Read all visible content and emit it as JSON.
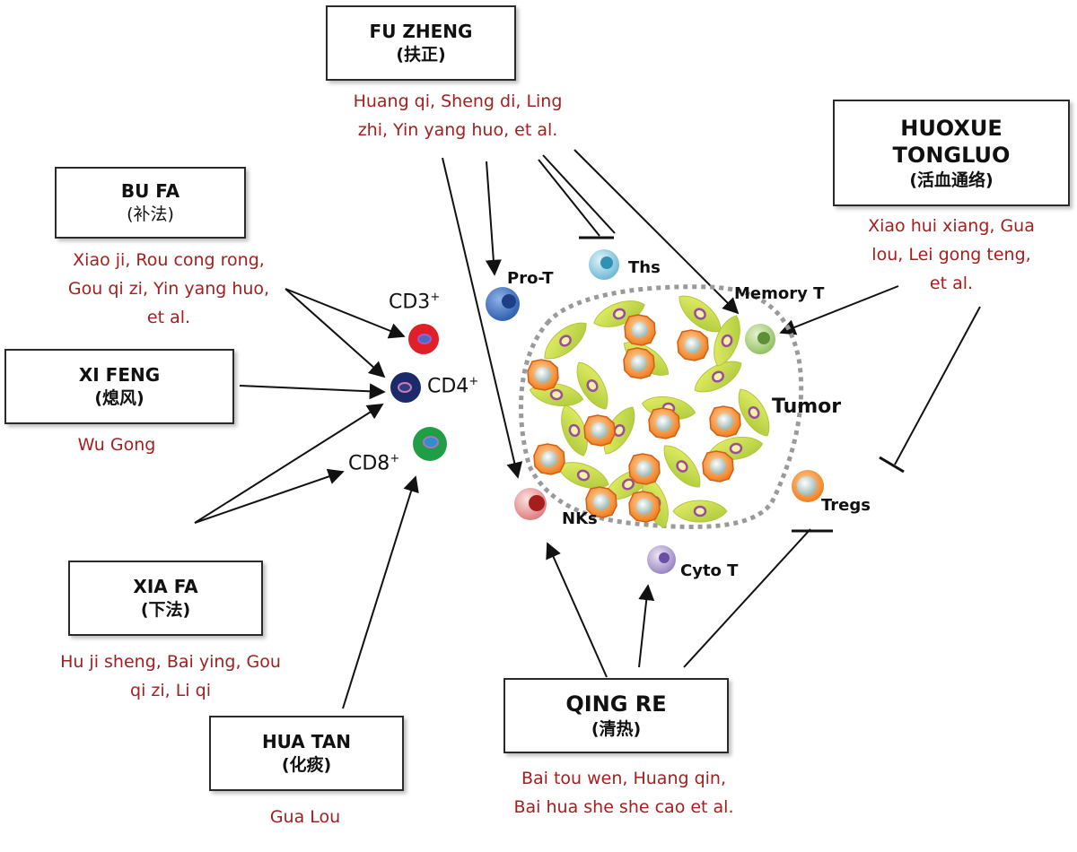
{
  "boxes": {
    "fu_zheng": {
      "title": "FU ZHENG",
      "chinese": "(扶正)",
      "herbs": [
        "Huang qi, Sheng di, Ling",
        "zhi, Yin yang huo, et al."
      ]
    },
    "bu_fa": {
      "title": "BU FA",
      "chinese": "(补法)",
      "herbs": [
        "Xiao ji, Rou cong rong,",
        "Gou qi zi, Yin yang huo,",
        "et al."
      ]
    },
    "xi_feng": {
      "title": "XI FENG",
      "chinese": "(熄风)",
      "herbs": [
        "Wu Gong"
      ]
    },
    "xia_fa": {
      "title": "XIA FA",
      "chinese": "(下法)",
      "herbs": [
        "Hu ji sheng, Bai ying, Gou",
        "qi zi, Li qi"
      ]
    },
    "hua_tan": {
      "title": "HUA TAN",
      "chinese": "(化痰)",
      "herbs": [
        "Gua Lou"
      ]
    },
    "qing_re": {
      "title": "QING RE",
      "chinese": "(清热)",
      "herbs": [
        "Bai tou wen, Huang qin,",
        "Bai hua she she cao et al."
      ]
    },
    "huoxue": {
      "title_line1": "HUOXUE",
      "title_line2": "TONGLUO",
      "chinese": "(活血通络)",
      "herbs": [
        "Xiao hui xiang, Gua",
        "lou, Lei gong teng,",
        "et al."
      ]
    }
  },
  "cells": {
    "cd3": "CD3",
    "cd4": "CD4",
    "cd8": "CD8",
    "plus": "+",
    "pro_t": "Pro-T",
    "ths": "Ths",
    "memory_t": "Memory T",
    "nks": "NKs",
    "cyto_t": "Cyto T",
    "tregs": "Tregs",
    "tumor": "Tumor"
  },
  "colors": {
    "herb_text": "#a3201f",
    "cd3": "#e01f26",
    "cd4": "#1b2a6b",
    "cd8": "#1f9e45",
    "pro_t": "#3f72c0",
    "ths": "#86c9e0",
    "memory_t": "#a9cf7a",
    "nks": "#e48a8a",
    "cyto_t": "#a996c9",
    "tumor_cell": "#cfe04a",
    "tumor_nucleus": "#9b4c9a",
    "treg": "#f08a2a"
  },
  "icons": [
    "cd3-cell-icon",
    "cd4-cell-icon",
    "cd8-cell-icon",
    "pro-t-cell-icon",
    "ths-cell-icon",
    "memory-t-cell-icon",
    "nk-cell-icon",
    "cyto-t-cell-icon",
    "treg-cell-icon",
    "tumor-mass-icon"
  ]
}
